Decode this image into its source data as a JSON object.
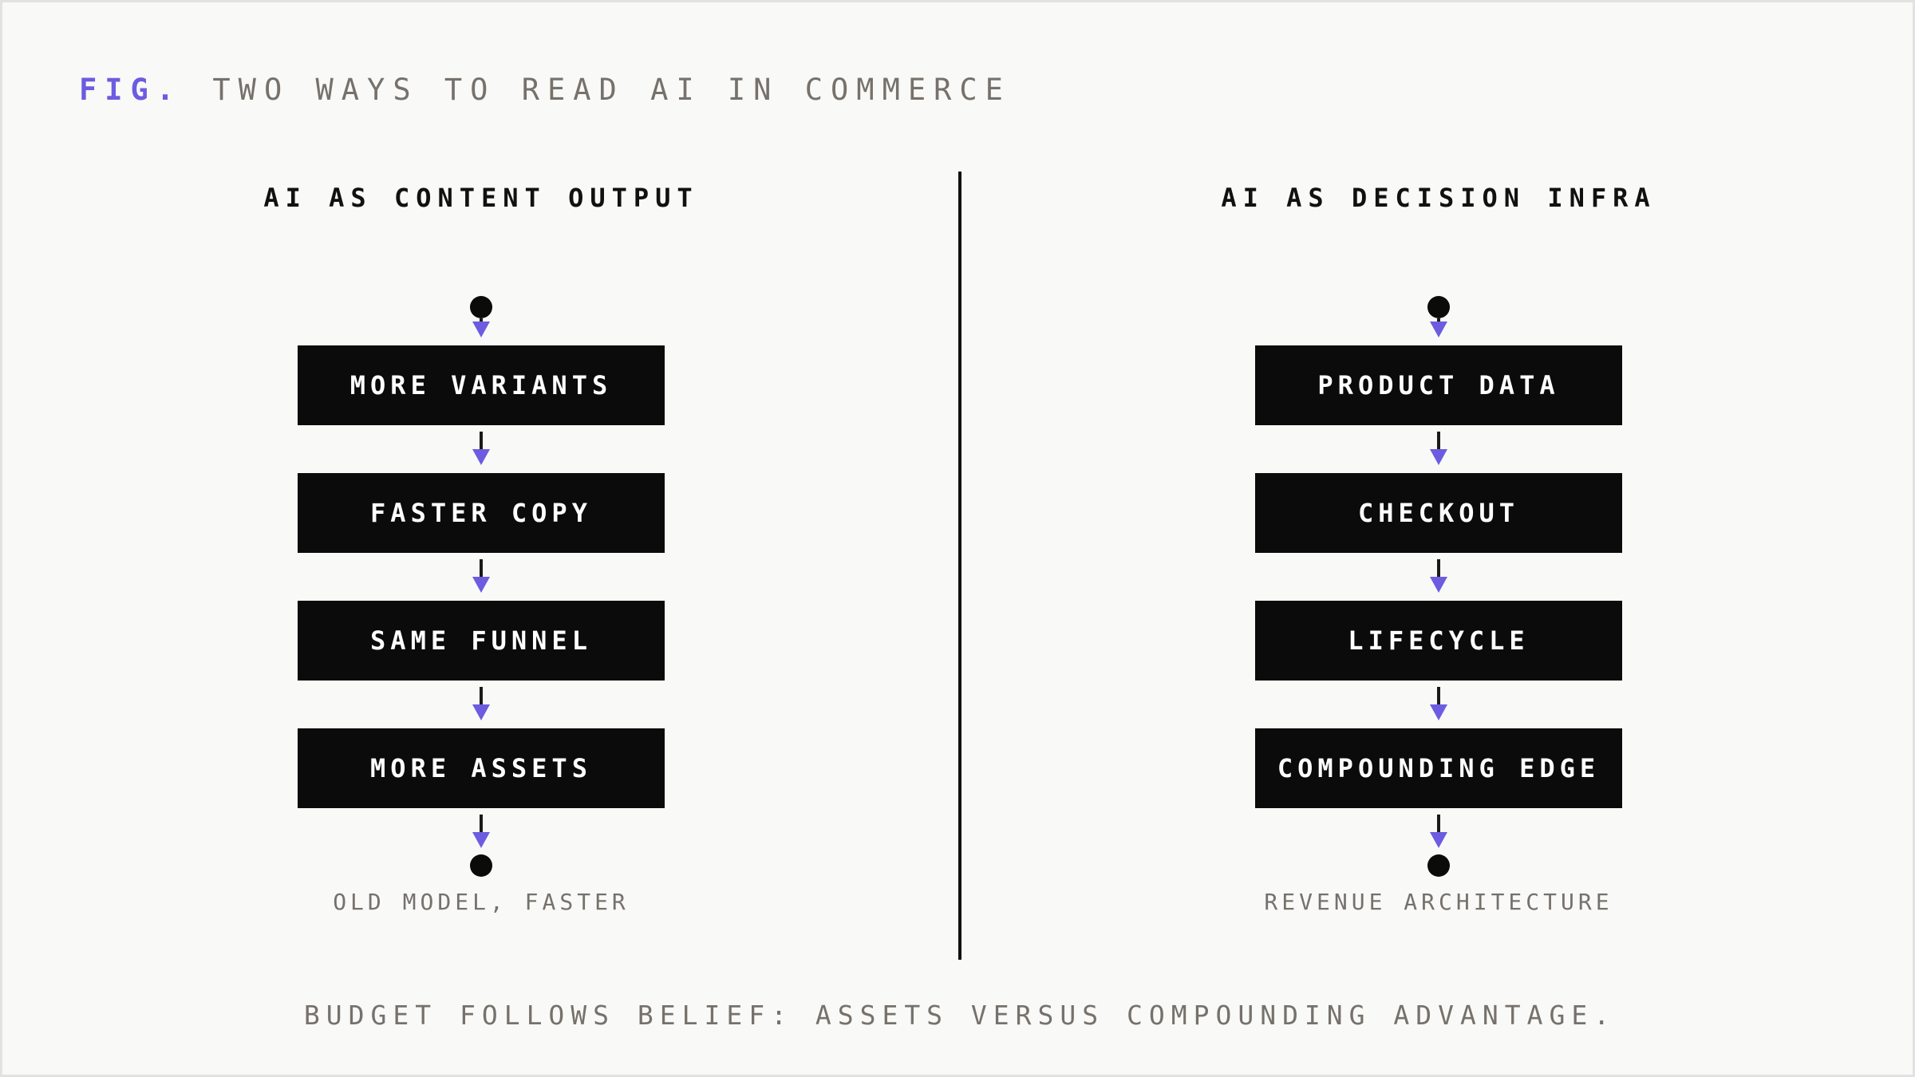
{
  "figure": {
    "label": "FIG.",
    "title": "TWO WAYS TO READ AI IN COMMERCE"
  },
  "columns": [
    {
      "title": "AI AS CONTENT OUTPUT",
      "steps": [
        "MORE VARIANTS",
        "FASTER COPY",
        "SAME FUNNEL",
        "MORE ASSETS"
      ],
      "caption": "OLD MODEL, FASTER"
    },
    {
      "title": "AI AS DECISION INFRA",
      "steps": [
        "PRODUCT DATA",
        "CHECKOUT",
        "LIFECYCLE",
        "COMPOUNDING EDGE"
      ],
      "caption": "REVENUE ARCHITECTURE"
    }
  ],
  "footer": "BUDGET FOLLOWS BELIEF: ASSETS VERSUS COMPOUNDING ADVANTAGE.",
  "colors": {
    "accent": "#6c5ce0",
    "box": "#0b0b0b",
    "muted_text": "#76716b",
    "background": "#f9f9f7"
  }
}
